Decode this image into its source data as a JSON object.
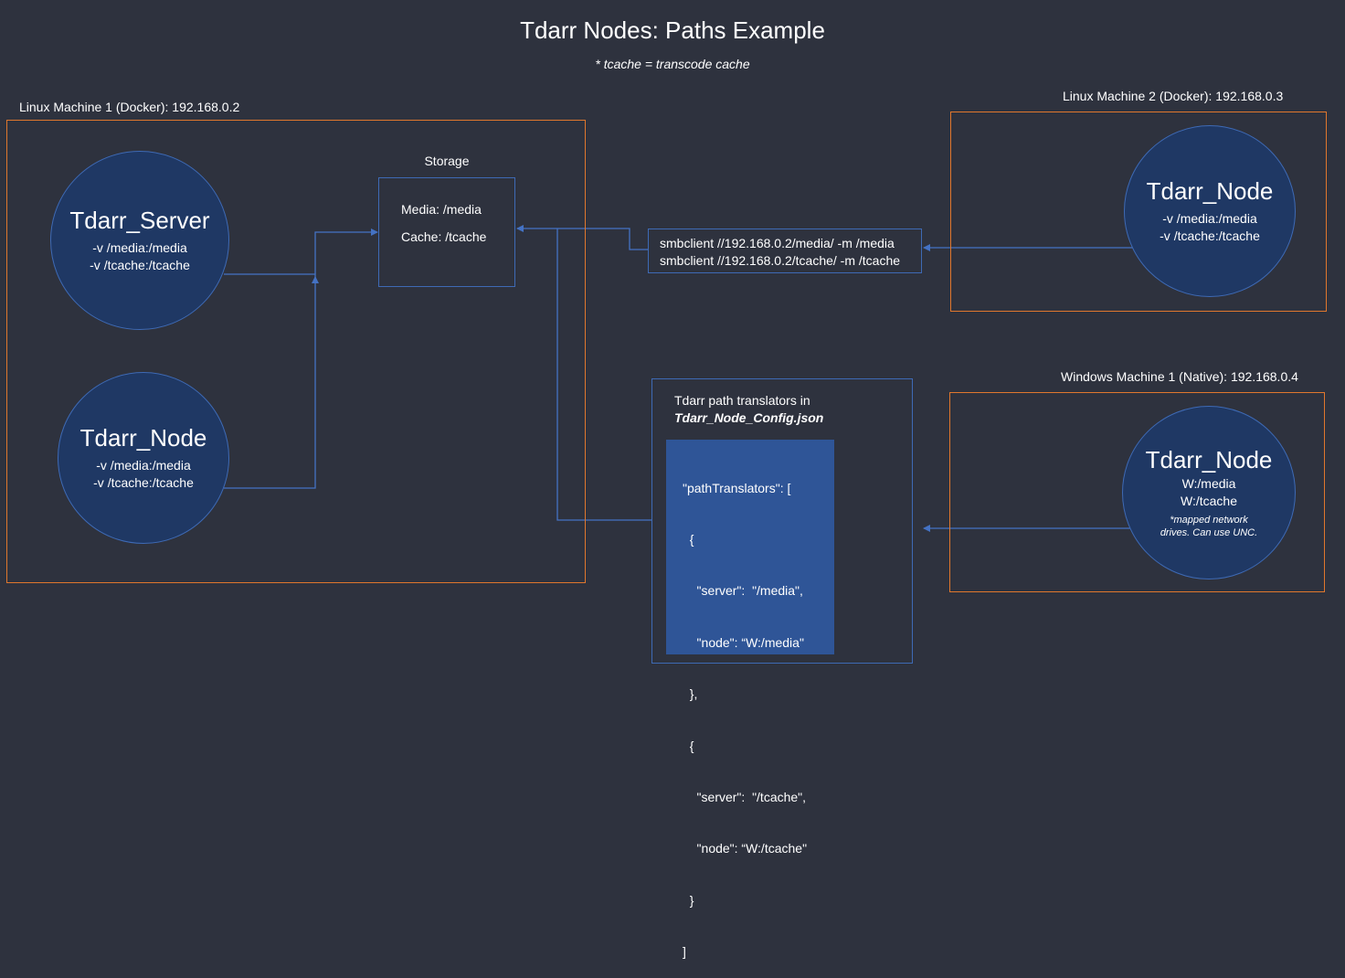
{
  "header": {
    "title": "Tdarr Nodes: Paths Example",
    "subtitle": "* tcache = transcode cache"
  },
  "linux_machine_1": {
    "label": "Linux Machine 1 (Docker): 192.168.0.2",
    "server": {
      "name": "Tdarr_Server",
      "lines": [
        "-v /media:/media",
        "-v /tcache:/tcache"
      ]
    },
    "node": {
      "name": "Tdarr_Node",
      "lines": [
        "-v /media:/media",
        "-v /tcache:/tcache"
      ]
    },
    "storage": {
      "title": "Storage",
      "media": "Media: /media",
      "cache": "Cache: /tcache"
    }
  },
  "smb": {
    "lines": [
      "smbclient //192.168.0.2/media/ -m /media",
      "smbclient //192.168.0.2/tcache/ -m /tcache"
    ]
  },
  "linux_machine_2": {
    "label": "Linux Machine 2 (Docker): 192.168.0.3",
    "node": {
      "name": "Tdarr_Node",
      "lines": [
        "-v /media:/media",
        "-v /tcache:/tcache"
      ]
    }
  },
  "translators": {
    "heading": "Tdarr path translators in",
    "filename": "Tdarr_Node_Config.json",
    "json_lines": [
      "\"pathTranslators\": [",
      "  {",
      "    \"server\":  \"/media\",",
      "    \"node\": “W:/media\"",
      "  },",
      "  {",
      "    \"server\":  \"/tcache\",",
      "    \"node\": “W:/tcache\"",
      "  }",
      "]"
    ]
  },
  "windows_machine_1": {
    "label": "Windows Machine 1 (Native): 192.168.0.4",
    "node": {
      "name": "Tdarr_Node",
      "lines": [
        "W:/media",
        "W:/tcache"
      ],
      "note_lines": [
        "*mapped network",
        "drives. Can use UNC."
      ]
    }
  },
  "colors": {
    "background": "#2e323e",
    "orange": "#e0772d",
    "blue_line": "#4472c4",
    "circle_fill": "#1f3864",
    "json_fill": "#2f5597"
  }
}
